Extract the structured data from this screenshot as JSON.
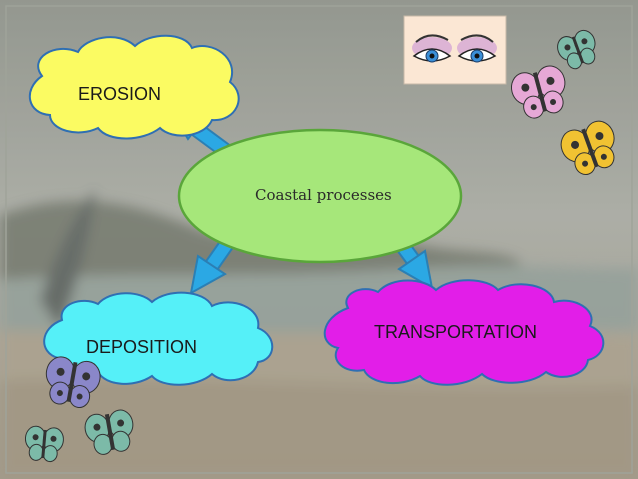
{
  "diagram": {
    "center": {
      "label": "Coastal processes"
    },
    "nodes": {
      "erosion": {
        "label": "EROSION"
      },
      "deposition": {
        "label": "DEPOSITION"
      },
      "transportation": {
        "label": "TRANSPORTATION"
      }
    }
  },
  "colors": {
    "background": "#8e9187",
    "center_fill": "#a6e77a",
    "center_stroke": "#5aa63a",
    "erosion_fill": "#fbfb62",
    "deposition_fill": "#55f0f8",
    "transportation_fill": "#e21ee8",
    "cloud_stroke": "#2f6fb3",
    "arrow": "#2ba8e4"
  },
  "decorations": [
    "eyes-icon",
    "butterfly-icon"
  ]
}
